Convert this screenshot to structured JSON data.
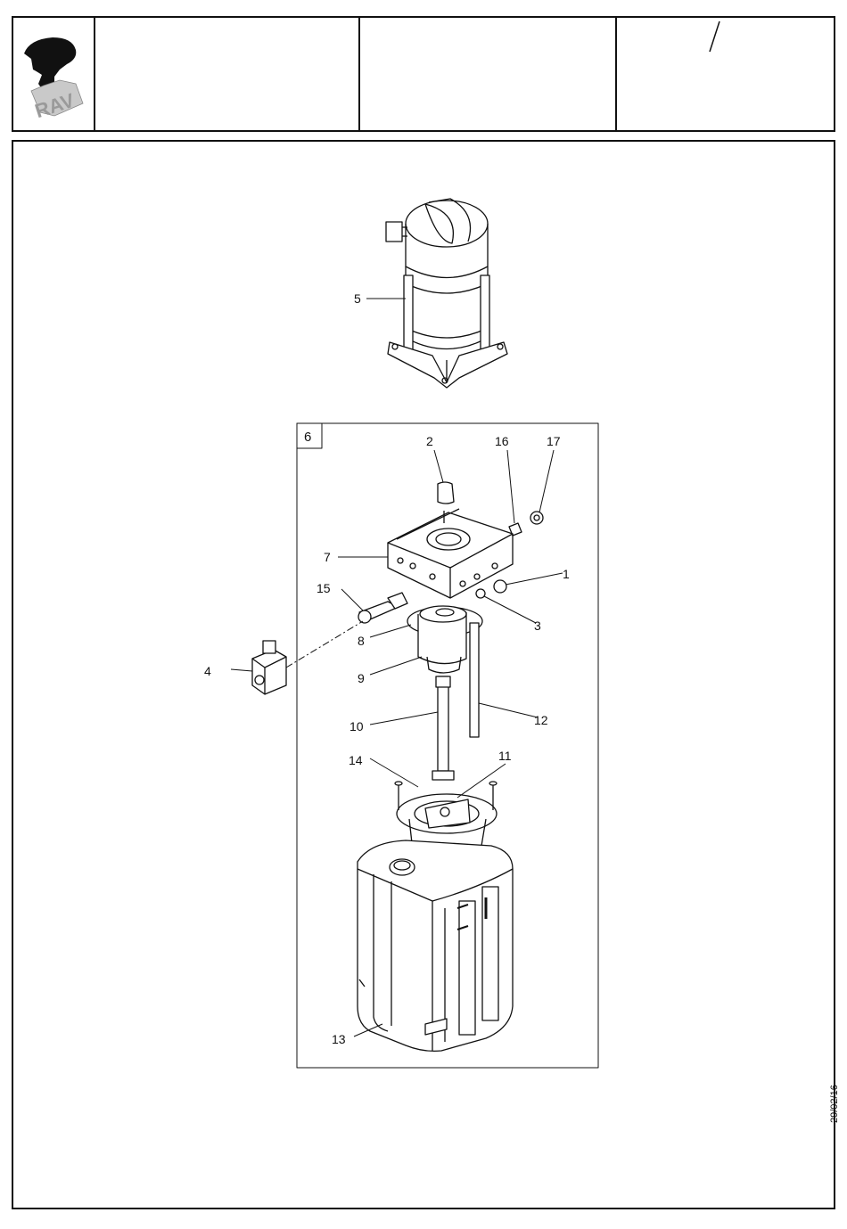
{
  "header": {
    "logo_text": "RAV",
    "cells": [
      "",
      "",
      ""
    ]
  },
  "diagram": {
    "group_number": "6",
    "callouts": [
      "1",
      "2",
      "3",
      "4",
      "5",
      "7",
      "8",
      "9",
      "10",
      "11",
      "12",
      "13",
      "14",
      "15",
      "16",
      "17"
    ]
  },
  "date_stamp": "29/02/16"
}
